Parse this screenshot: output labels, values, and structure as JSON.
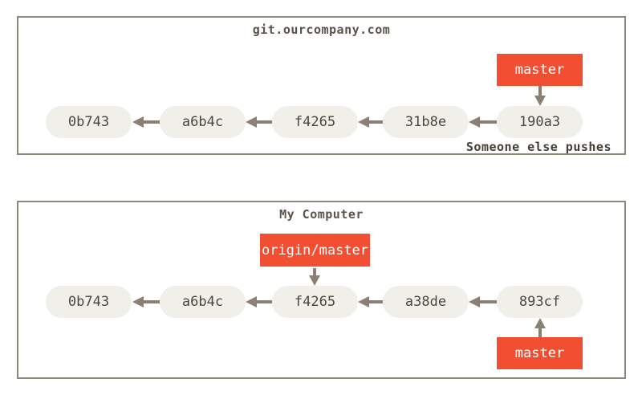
{
  "colors": {
    "background": "#ffffff",
    "box_border": "#8e887c",
    "commit_fill": "#f1efe9",
    "commit_text": "#4d473e",
    "branch_label_fill": "#f14e32",
    "branch_label_text": "#ffffff",
    "arrow": "#8a8174",
    "title_text": "#5a544a",
    "note_text": "#453e36"
  },
  "diagram": {
    "server": {
      "title": "git.ourcompany.com",
      "commits": [
        "0b743",
        "a6b4c",
        "f4265",
        "31b8e",
        "190a3"
      ],
      "branch_label": "master",
      "note": "Someone else pushes"
    },
    "local": {
      "title": "My Computer",
      "commits": [
        "0b743",
        "a6b4c",
        "f4265",
        "a38de",
        "893cf"
      ],
      "remote_branch_label": "origin/master",
      "branch_label": "master"
    }
  }
}
